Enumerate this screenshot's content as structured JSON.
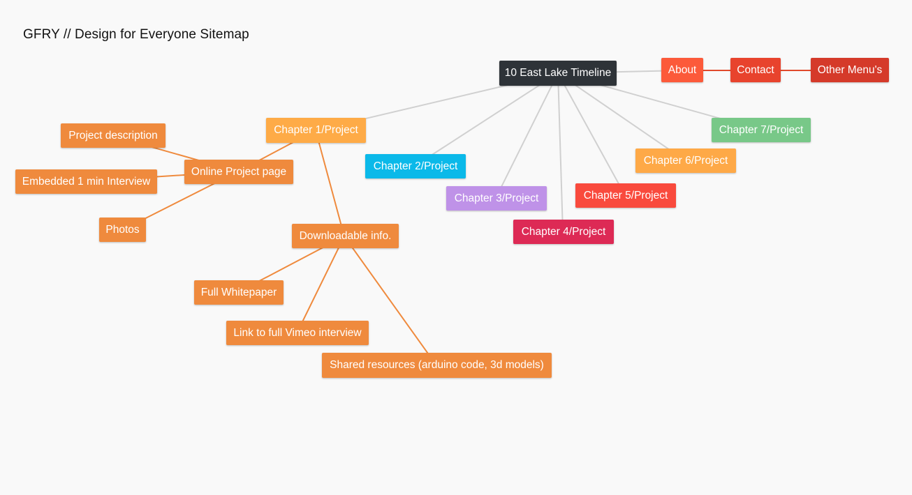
{
  "title": "GFRY // Design for Everyone Sitemap",
  "colors": {
    "background": "#f9f9f9",
    "edge_grey": "#d0d0d0",
    "edge_orange": "#ef8a3d",
    "edge_red": "#e04a2c",
    "root": "#2e3338",
    "menu_about": "#fc5a3a",
    "menu_contact": "#e8432d",
    "menu_other": "#d53a2a",
    "chapter1": "#feab47",
    "chapter2": "#0bb9e9",
    "chapter3": "#bf92e8",
    "chapter4": "#dd2a55",
    "chapter5": "#f94a3d",
    "chapter6": "#fea947",
    "chapter7": "#78c888",
    "detail": "#ef8a3d"
  },
  "nodes": {
    "root": {
      "label": "10 East Lake Timeline"
    },
    "about": {
      "label": "About"
    },
    "contact": {
      "label": "Contact"
    },
    "other_menus": {
      "label": "Other Menu's"
    },
    "chapter1": {
      "label": "Chapter 1/Project"
    },
    "chapter2": {
      "label": "Chapter 2/Project"
    },
    "chapter3": {
      "label": "Chapter 3/Project"
    },
    "chapter4": {
      "label": "Chapter 4/Project"
    },
    "chapter5": {
      "label": "Chapter 5/Project"
    },
    "chapter6": {
      "label": "Chapter 6/Project"
    },
    "chapter7": {
      "label": "Chapter 7/Project"
    },
    "online_project_page": {
      "label": "Online Project page"
    },
    "project_description": {
      "label": "Project description"
    },
    "embedded_interview": {
      "label": "Embedded 1 min Interview"
    },
    "photos": {
      "label": "Photos"
    },
    "downloadable_info": {
      "label": "Downloadable info."
    },
    "full_whitepaper": {
      "label": "Full Whitepaper"
    },
    "vimeo_interview": {
      "label": "Link to full Vimeo interview"
    },
    "shared_resources": {
      "label": "Shared resources (arduino code, 3d models)"
    }
  }
}
